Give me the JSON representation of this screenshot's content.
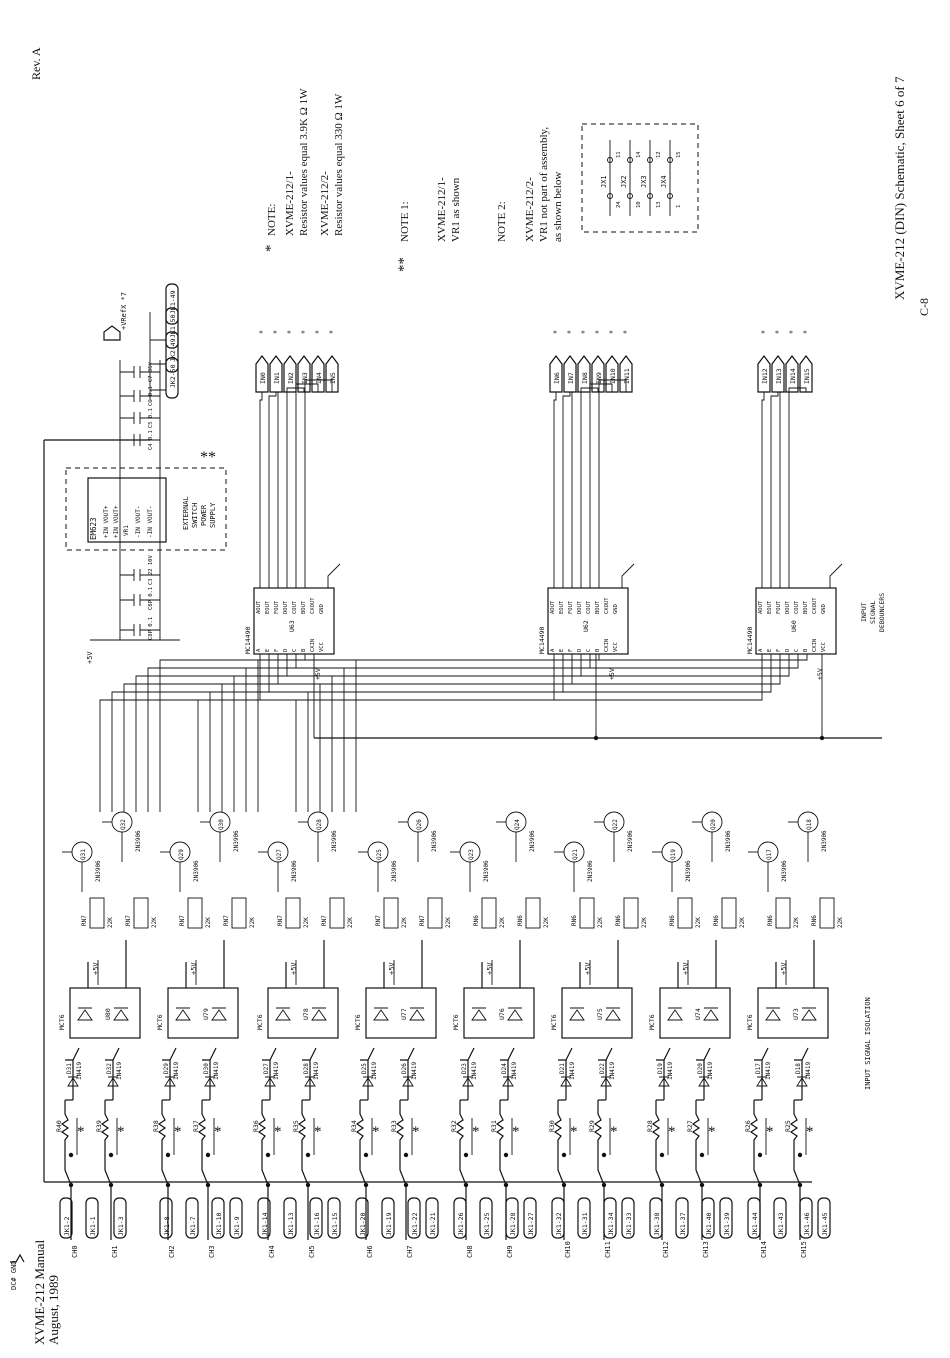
{
  "header": {
    "manual": "XVME-212 Manual",
    "date": "August, 1989",
    "rev": "Rev. A",
    "sheet_title": "XVME-212 (DIN) Schematic, Sheet 6 of 7",
    "page": "C-8"
  },
  "notes": {
    "star": "*",
    "note_title": "NOTE:",
    "n1a": "XVME-212/1-",
    "n1b": "Resistor values equal 3.9K Ω  1W",
    "n2a": "XVME-212/2-",
    "n2b": "Resistor values equal 330 Ω  1W",
    "star2": "**",
    "note1_title": "NOTE 1:",
    "note1a": "XVME-212/1-",
    "note1b": "VR1 as shown",
    "note2_title": "NOTE 2:",
    "note2a": "XVME-212/2-",
    "note2b": "VR1 not part of assembly,",
    "note2c": "as shown below",
    "jx": [
      "JX1",
      "JX2",
      "JX3",
      "JX4"
    ],
    "jx_pins": [
      "11",
      "24",
      "14",
      "10",
      "12",
      "13",
      "15",
      "1"
    ]
  },
  "labels": {
    "isolation": "INPUT SIGNAL ISOLATION",
    "debouncers": [
      "INPUT",
      "SIGNAL",
      "DEBOUNCERS"
    ],
    "dc_gnd": "DC# GND",
    "plus5v": "+5V",
    "vrefx": "+VRefX *7",
    "psu": [
      "EM623",
      "EXTERNAL",
      "SWITCH",
      "POWER",
      "SUPPLY"
    ],
    "vr1": "VR1",
    "psu_pins": [
      "+IN  VOUT+",
      "+IN  VOUT+",
      "-IN  VOUT-",
      "-IN  VOUT-"
    ],
    "caps": [
      "C8P 0.1",
      "C8P 0.1",
      "C3 22 10V",
      "C4 0.1",
      "C5 0.1",
      "C6 0.1",
      "C7 35V"
    ],
    "ic_chip": "MC14490",
    "ic_units": [
      "U63",
      "U62",
      "U60"
    ],
    "transistor": "2N3906",
    "optocoupler": "MCT6",
    "diode": "1N419",
    "rn": [
      "RN7",
      "RN6"
    ],
    "rn_val": "22K"
  },
  "connectors": {
    "left": [
      "JK1-2",
      "JK1-1",
      "JK1-3",
      "JK1-8",
      "JK1-7",
      "JK1-10",
      "JK1-9",
      "JK1-14",
      "JK1-13",
      "JK1-16",
      "JK1-15",
      "JK1-20",
      "JK1-19",
      "JK1-22",
      "JK1-21",
      "JK1-26",
      "JK1-25",
      "JK1-28",
      "JK1-27",
      "JK1-32",
      "JK1-31",
      "JK1-34",
      "JK1-33",
      "JK1-38",
      "JK1-37",
      "JK1-40",
      "JK1-39",
      "JK1-44",
      "JK1-43",
      "JK1-46",
      "JK1-45"
    ],
    "top": [
      "JK1-49",
      "JK1-50",
      "JK2-49",
      "JK2-50"
    ]
  },
  "channels": [
    "CH0",
    "CH1",
    "CH2",
    "CH3",
    "CH4",
    "CH5",
    "CH6",
    "CH7",
    "CH8",
    "CH9",
    "CH10",
    "CH11",
    "CH12",
    "CH13",
    "CH14",
    "CH15"
  ],
  "outputs": [
    "IN0",
    "IN1",
    "IN2",
    "IN3",
    "IN4",
    "IN5",
    "IN6",
    "IN7",
    "IN8",
    "IN9",
    "IN10",
    "IN11",
    "IN12",
    "IN13",
    "IN14",
    "IN15"
  ],
  "resistors": [
    "R40",
    "R39",
    "R38",
    "R37",
    "R36",
    "R35",
    "R34",
    "R33",
    "R32",
    "R31",
    "R30",
    "R29",
    "R28",
    "R27",
    "R26",
    "R25"
  ],
  "diodes": [
    "D31",
    "D32",
    "D29",
    "D30",
    "D27",
    "D28",
    "D25",
    "D26",
    "D23",
    "D24",
    "D21",
    "D22",
    "D19",
    "D20",
    "D17",
    "D18"
  ],
  "optos": [
    "U80",
    "U79",
    "U78",
    "U77",
    "U76",
    "U75",
    "U74",
    "U73"
  ],
  "transistors": [
    "Q31",
    "Q32",
    "Q29",
    "Q30",
    "Q27",
    "Q28",
    "Q25",
    "Q26",
    "Q23",
    "Q24",
    "Q21",
    "Q22",
    "Q19",
    "Q20",
    "Q17",
    "Q18"
  ],
  "ic_pins_left": [
    "A",
    "E",
    "F",
    "D",
    "C",
    "B",
    "CXIN",
    "VCC"
  ],
  "ic_pins_right": [
    "AOUT",
    "EOUT",
    "FOUT",
    "DOUT",
    "COUT",
    "BOUT",
    "CXOUT",
    "GND"
  ]
}
